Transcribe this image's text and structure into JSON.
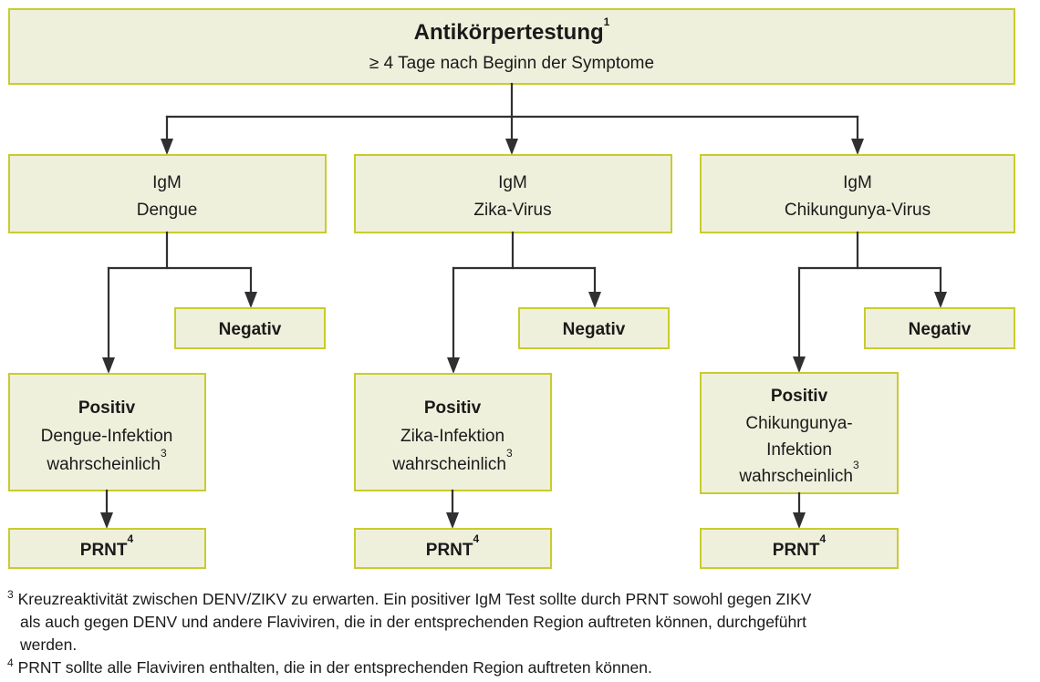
{
  "diagram": {
    "title": "Antikörpertestung",
    "title_superscript": "1",
    "subtitle": "≥ 4 Tage nach Beginn der Symptome",
    "colors": {
      "box_fill": "#eff0dc",
      "box_border": "#c9cc2c",
      "connector": "#2f3032",
      "text": "#1a1a1a"
    },
    "columns": [
      {
        "id": "dengue",
        "test_line1": "IgM",
        "test_line2": "Dengue",
        "negative_label": "Negativ",
        "positive_bold": "Positiv",
        "positive_lines": [
          "Dengue-Infektion",
          "wahrscheinlich"
        ],
        "positive_superscript": "3",
        "prnt_label": "PRNT",
        "prnt_superscript": "4"
      },
      {
        "id": "zika",
        "test_line1": "IgM",
        "test_line2": "Zika-Virus",
        "negative_label": "Negativ",
        "positive_bold": "Positiv",
        "positive_lines": [
          "Zika-Infektion",
          "wahrscheinlich"
        ],
        "positive_superscript": "3",
        "prnt_label": "PRNT",
        "prnt_superscript": "4"
      },
      {
        "id": "chikungunya",
        "test_line1": "IgM",
        "test_line2": "Chikungunya-Virus",
        "negative_label": "Negativ",
        "positive_bold": "Positiv",
        "positive_lines": [
          "Chikungunya-",
          "Infektion",
          "wahrscheinlich"
        ],
        "positive_superscript": "3",
        "prnt_label": "PRNT",
        "prnt_superscript": "4"
      }
    ]
  },
  "footnotes": [
    {
      "marker": "3",
      "lines": [
        "Kreuzreaktivität zwischen DENV/ZIKV zu erwarten. Ein positiver IgM Test sollte durch PRNT sowohl gegen ZIKV",
        "als auch gegen DENV und andere Flaviviren, die in der entsprechenden Region auftreten können, durchgeführt",
        "werden."
      ]
    },
    {
      "marker": "4",
      "lines": [
        "PRNT sollte alle Flaviviren enthalten, die in der entsprechenden Region auftreten können."
      ]
    }
  ]
}
